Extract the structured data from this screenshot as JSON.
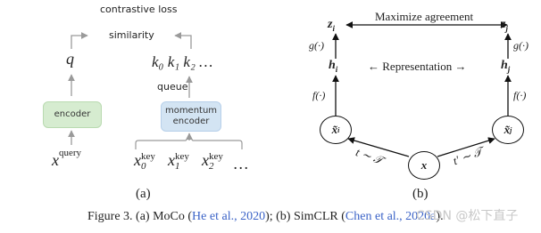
{
  "moco": {
    "contrastive_loss": "contrastive loss",
    "similarity": "similarity",
    "q": "q",
    "keys": "k₀ k₁ k₂ …",
    "queue": "queue",
    "encoder": "encoder",
    "momentum_encoder": "momentum\nencoder",
    "x_query_base": "x",
    "x_query_sup": "query",
    "x_key0_base": "x",
    "x_key0_sub": "0",
    "x_key1_base": "x",
    "x_key1_sub": "1",
    "x_key2_base": "x",
    "x_key2_sub": "2",
    "x_key_sup": "key",
    "x_key_ellipsis": "…",
    "label": "(a)"
  },
  "simclr": {
    "maximize_agreement": "Maximize agreement",
    "zi": "z",
    "zi_sub": "i",
    "zj": "z",
    "zj_sub": "j",
    "gi": "g(·)",
    "gj": "g(·)",
    "hi": "h",
    "hi_sub": "i",
    "hj": "h",
    "hj_sub": "j",
    "representation": "← Representation →",
    "fi": "f(·)",
    "fj": "f(·)",
    "xi": "x̃",
    "xi_sub": "i",
    "xj": "x̃",
    "xj_sub": "j",
    "x": "x",
    "t_left": "t ∼ 𝒯",
    "t_right": "t′ ∼ 𝒯",
    "label": "(b)"
  },
  "caption": {
    "prefix": "Figure 3. (a) MoCo (",
    "ref1": "He et al., 2020",
    "middle": "); (b) SimCLR (",
    "ref2": "Chen et al., 2020a",
    "suffix": ")."
  },
  "watermark": "CSDN @松下直子"
}
